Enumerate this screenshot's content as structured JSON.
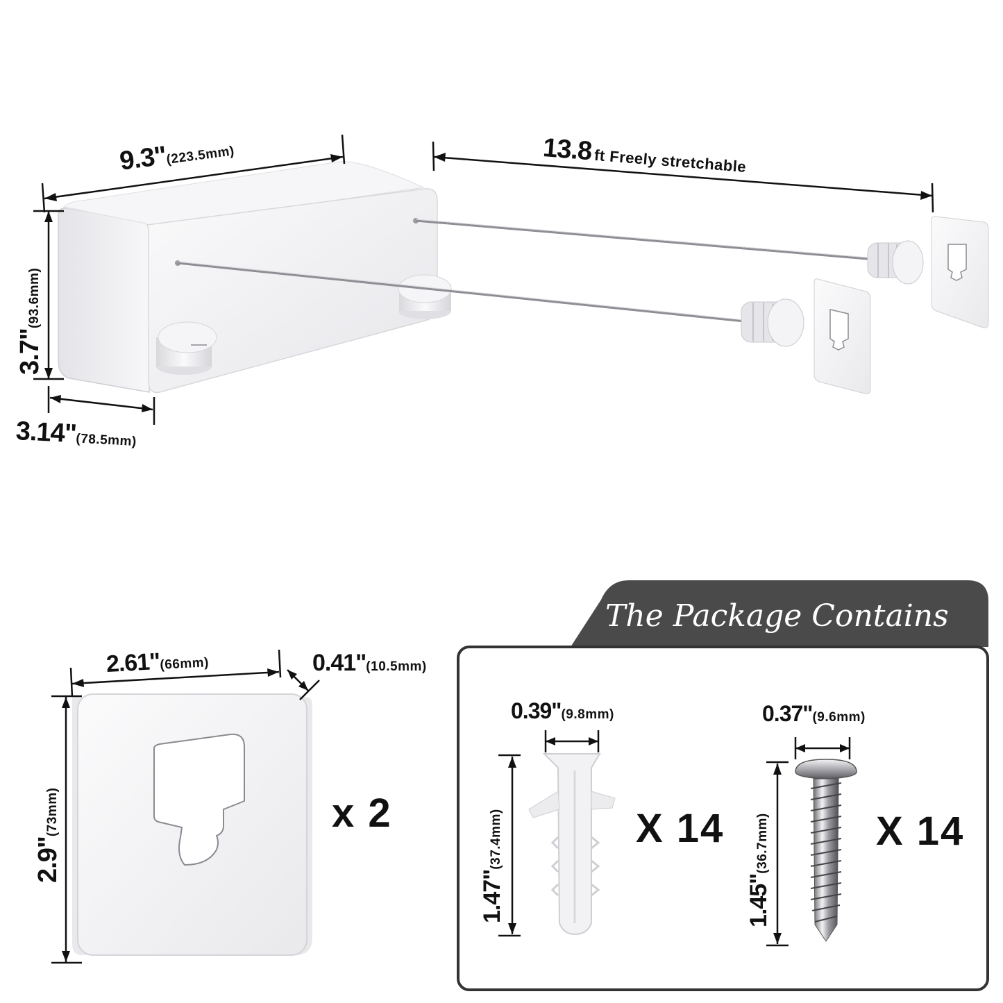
{
  "main_unit": {
    "width_value": "9.3\"",
    "width_mm": "(223.5mm)",
    "height_value": "3.7\"",
    "height_mm": "(93.6mm)",
    "depth_value": "3.14\"",
    "depth_mm": "(78.5mm)",
    "line_length_value": "13.8",
    "line_length_text": "ft Freely stretchable"
  },
  "wall_plate": {
    "width_value": "2.61\"",
    "width_mm": "(66mm)",
    "thickness_value": "0.41\"",
    "thickness_mm": "(10.5mm)",
    "height_value": "2.9\"",
    "height_mm": "(73mm)",
    "quantity": "x 2"
  },
  "package": {
    "title": "The Package Contains",
    "anchor": {
      "width_value": "0.39\"",
      "width_mm": "(9.8mm)",
      "length_value": "1.47\"",
      "length_mm": "(37.4mm)",
      "quantity": "X 14"
    },
    "screw": {
      "width_value": "0.37\"",
      "width_mm": "(9.6mm)",
      "length_value": "1.45\"",
      "length_mm": "(36.7mm)",
      "quantity": "X 14"
    }
  },
  "colors": {
    "banner": "#4a4a4a",
    "product": "#f4f4f6",
    "outline": "#222222"
  }
}
